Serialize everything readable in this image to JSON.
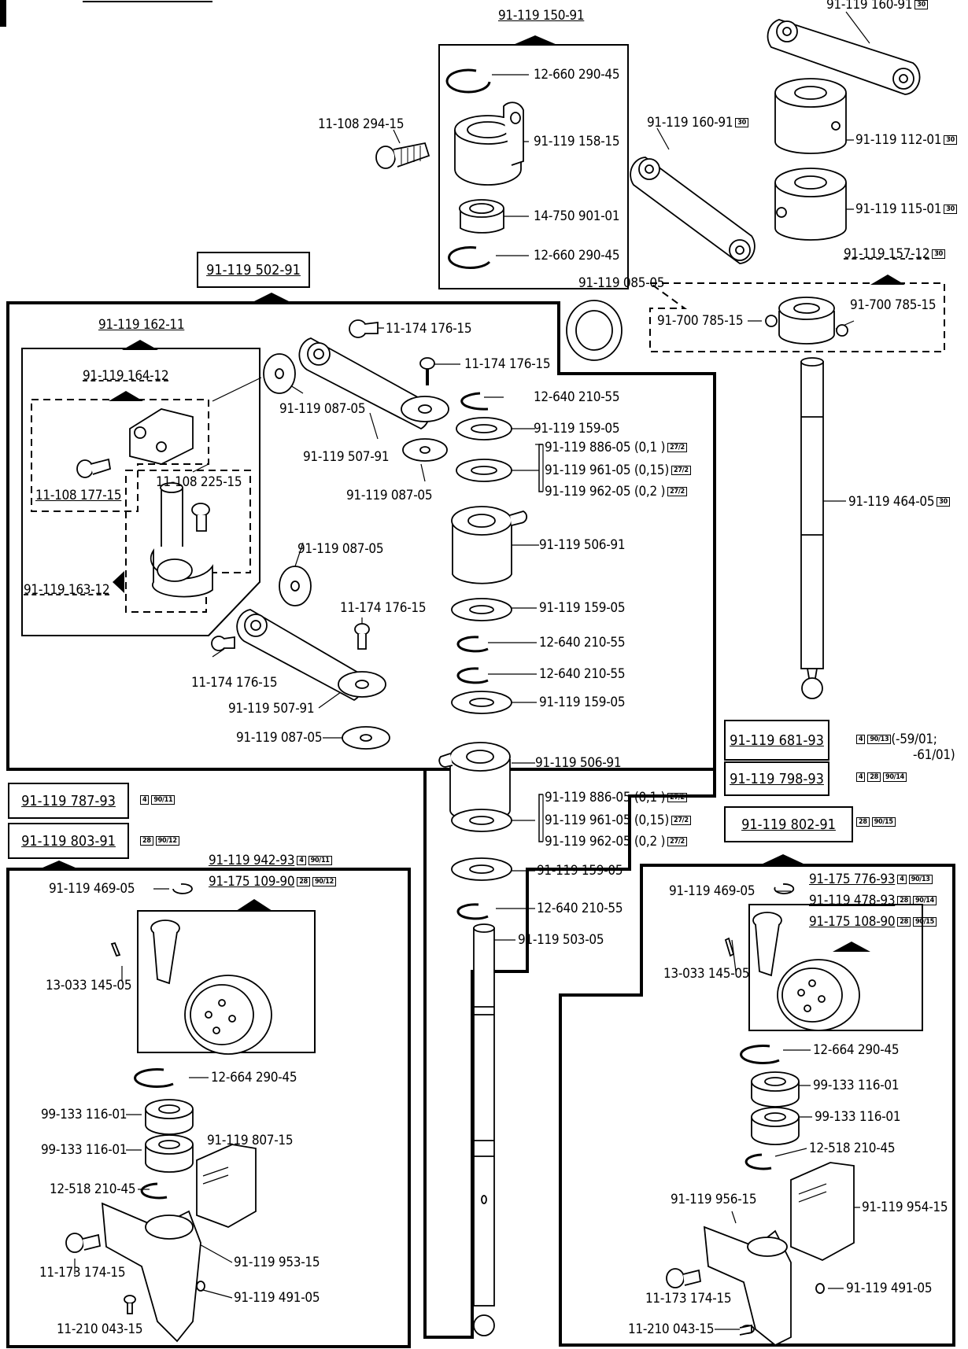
{
  "assemblies": {
    "a150": "91-119 150-91",
    "a160": "91-119 160-91",
    "a157": "91-119 157-12",
    "a502": "91-119 502-91",
    "a162": "91-119 162-11",
    "a164": "91-119 164-12",
    "a163": "91-119 163-12",
    "a787": "91-119 787-93",
    "a803": "91-119 803-91",
    "a942": "91-119 942-93",
    "a109": "91-175 109-90",
    "a681": "91-119 681-93",
    "a798": "91-119 798-93",
    "a802": "91-119 802-91",
    "a776": "91-175 776-93",
    "a478": "91-119 478-93",
    "a108": "91-175 108-90"
  },
  "tags": {
    "t30": "30",
    "t4": "4",
    "t28": "28",
    "t27_2": "27/2",
    "t9011": "90/11",
    "t9012": "90/12",
    "t9013": "90/13",
    "t9014": "90/14",
    "t9015": "90/15"
  },
  "notes": {
    "n59": "(-59/01;",
    "n61": "-61/01)"
  },
  "parts": {
    "p12660": "12-660 290-45",
    "p158": "91-119 158-15",
    "p14750": "14-750 901-01",
    "p108294": "11-108 294-15",
    "p112": "91-119 112-01",
    "p115": "91-119 115-01",
    "p085": "91-119 085-05",
    "p700": "91-700 785-15",
    "p174": "11-174 176-15",
    "p12640": "12-640 210-55",
    "p159": "91-119 159-05",
    "p886": "91-119 886-05 (0,1  )",
    "p961": "91-119 961-05 (0,15)",
    "p962": "91-119 962-05 (0,2  )",
    "p087": "91-119 087-05",
    "p507": "91-119 507-91",
    "p506": "91-119 506-91",
    "p464": "91-119 464-05",
    "p108177": "11-108 177-15",
    "p108225": "11-108 225-15",
    "p503": "91-119 503-05",
    "p469": "91-119 469-05",
    "p13033": "13-033 145-05",
    "p12664": "12-664 290-45",
    "p99133": "99-133 116-01",
    "p807": "91-119 807-15",
    "p12518": "12-518 210-45",
    "p173": "11-173 174-15",
    "p953": "91-119 953-15",
    "p491": "91-119 491-05",
    "p210043": "11-210 043-15",
    "p956": "91-119 956-15",
    "p954": "91-119 954-15"
  }
}
